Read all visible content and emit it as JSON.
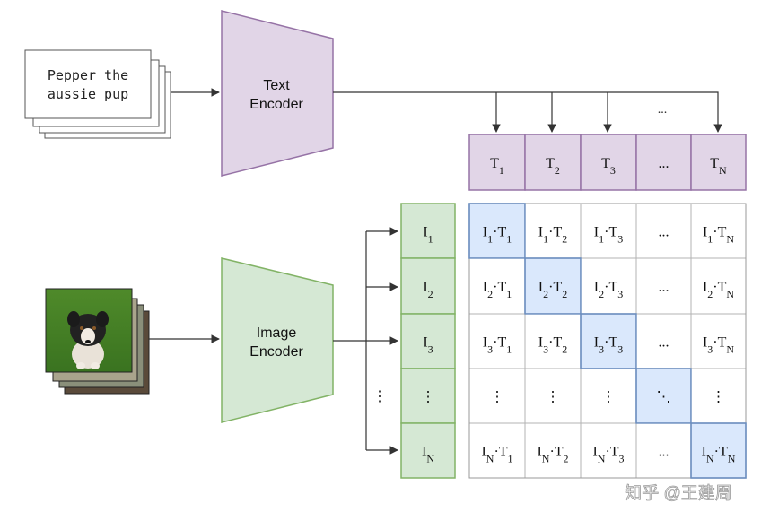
{
  "text_input": {
    "line1": "Pepper the",
    "line2": "aussie pup"
  },
  "text_encoder": {
    "line1": "Text",
    "line2": "Encoder"
  },
  "image_encoder": {
    "line1": "Image",
    "line2": "Encoder"
  },
  "ellipsis": "...",
  "vdots": "⋮",
  "ddots": "⋱",
  "text_features": [
    {
      "base": "T",
      "sub": "1"
    },
    {
      "base": "T",
      "sub": "2"
    },
    {
      "base": "T",
      "sub": "3"
    },
    {
      "base": "...",
      "sub": ""
    },
    {
      "base": "T",
      "sub": "N"
    }
  ],
  "image_features": [
    {
      "base": "I",
      "sub": "1"
    },
    {
      "base": "I",
      "sub": "2"
    },
    {
      "base": "I",
      "sub": "3"
    },
    {
      "base": "⋮",
      "sub": ""
    },
    {
      "base": "I",
      "sub": "N"
    }
  ],
  "watermark": "知乎 @王建周",
  "colors": {
    "purple_fill": "#e1d5e7",
    "purple_stroke": "#9673a6",
    "green_fill": "#d5e8d4",
    "green_stroke": "#82b366",
    "blue_fill": "#dae8fc",
    "blue_stroke": "#6c8ebf",
    "line": "#333333"
  }
}
